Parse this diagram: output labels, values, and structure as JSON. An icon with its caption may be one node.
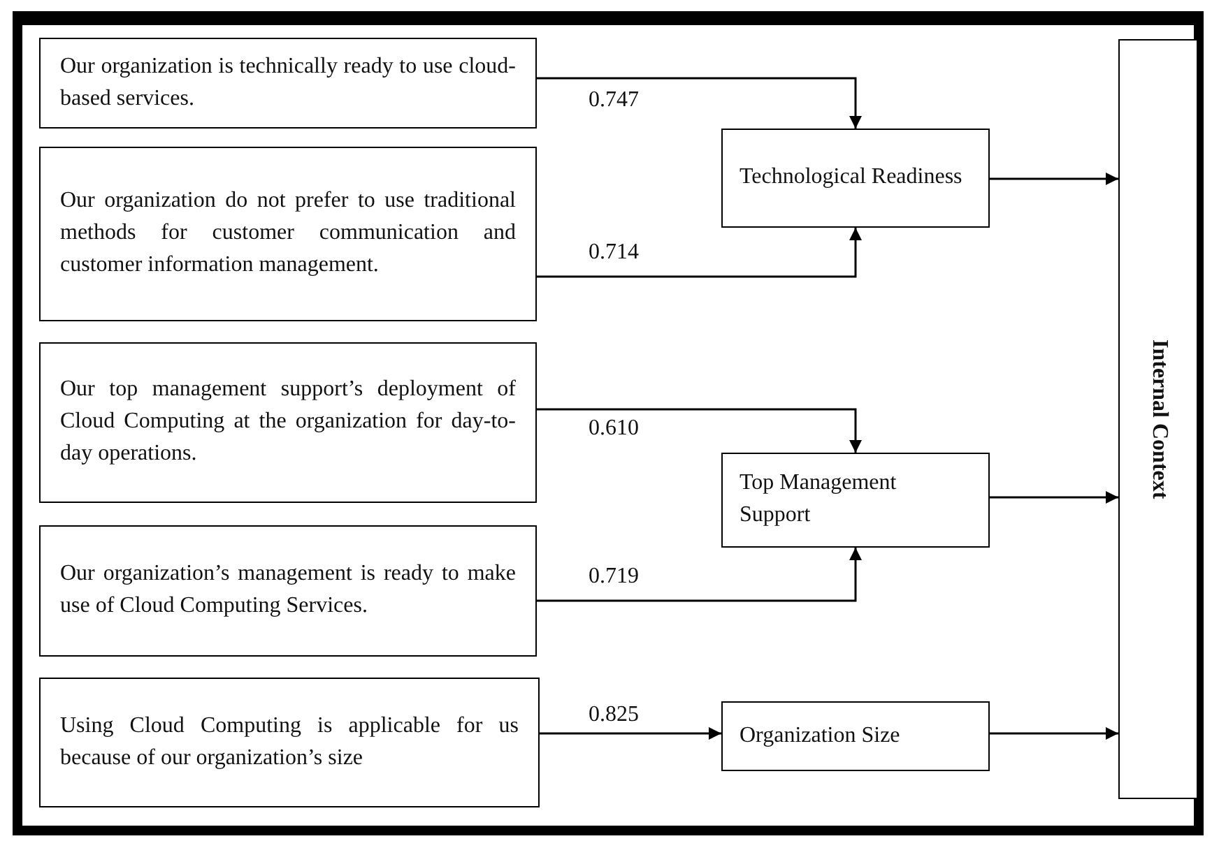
{
  "diagram": {
    "nodes": [
      {
        "text": [
          "Our organization is technically ready to use cloud-based services."
        ]
      },
      {
        "text": [
          "Our organization do not prefer to use traditional methods for customer communication and customer information management."
        ]
      },
      {
        "text": [
          "Our top management support’s deployment of Cloud Computing at the organization for day-to-day operations."
        ]
      },
      {
        "text": [
          "Our organization’s management is ready to make use of Cloud Computing Services."
        ]
      },
      {
        "text": [
          "Using Cloud Computing is applicable for us because of our organization’s size"
        ]
      },
      {
        "text": [
          "Technological Readiness"
        ]
      },
      {
        "text": [
          "Top Management Support"
        ]
      },
      {
        "text": [
          "Organization Size"
        ]
      },
      {
        "text": [
          "Internal Context"
        ]
      }
    ],
    "edges": [
      {
        "from": 0,
        "to": 5,
        "arrow": "to",
        "label": "0.747"
      },
      {
        "from": 1,
        "to": 5,
        "arrow": "to",
        "label": "0.714"
      },
      {
        "from": 2,
        "to": 6,
        "arrow": "to",
        "label": "0.610"
      },
      {
        "from": 3,
        "to": 6,
        "arrow": "to",
        "label": "0.719"
      },
      {
        "from": 4,
        "to": 7,
        "arrow": "to",
        "label": "0.825"
      },
      {
        "from": 5,
        "to": 8,
        "arrow": "to"
      },
      {
        "from": 6,
        "to": 8,
        "arrow": "to"
      },
      {
        "from": 7,
        "to": 8,
        "arrow": "to"
      }
    ]
  }
}
